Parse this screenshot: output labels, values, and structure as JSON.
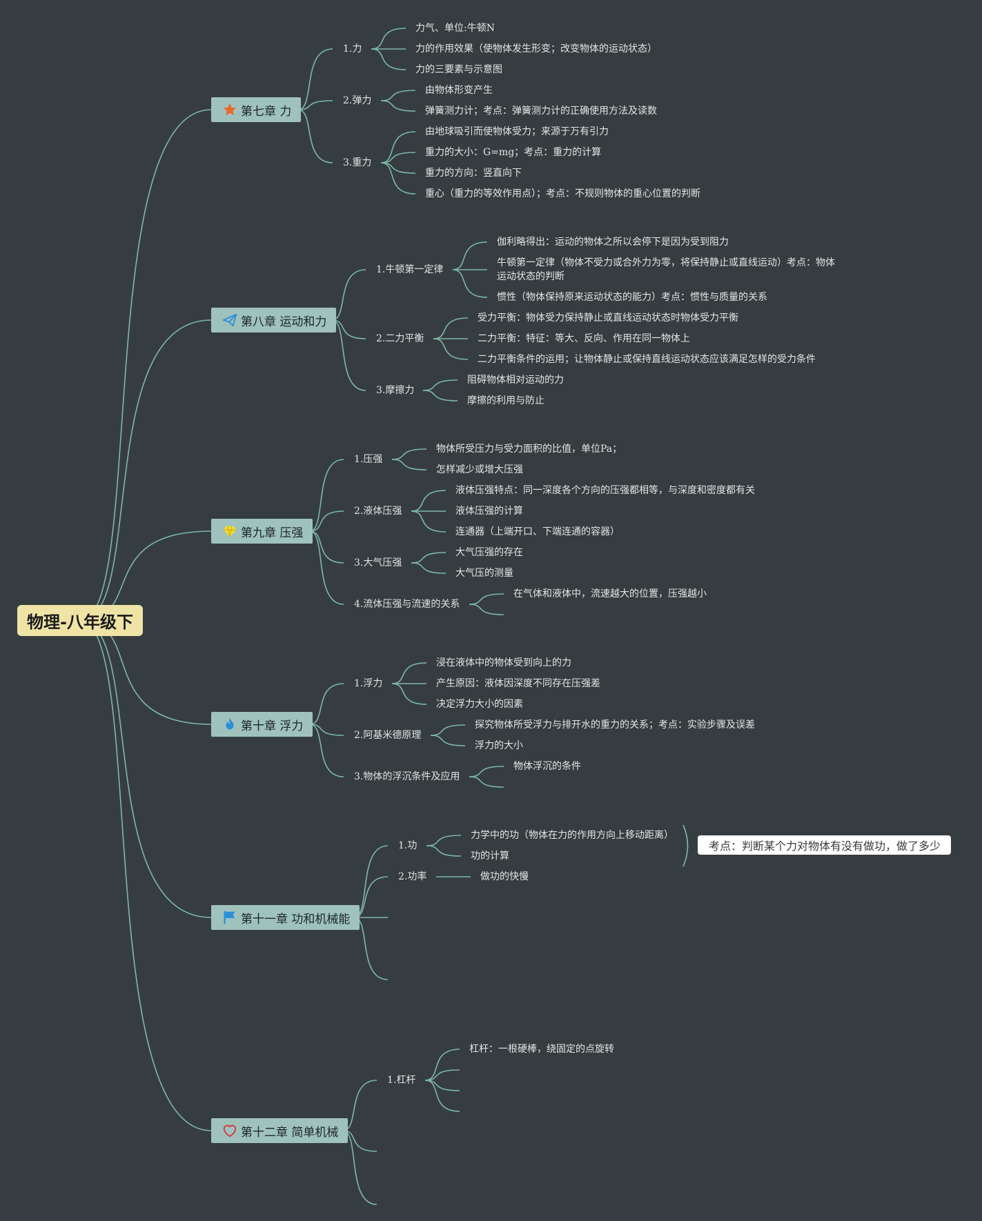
{
  "root": {
    "label": "物理-八年级下"
  },
  "chapters": [
    {
      "icon": "star-icon",
      "label": "第七章 力",
      "sections": [
        {
          "label": "1.力",
          "items": [
            "力气、单位:牛顿N",
            "力的作用效果（使物体发生形变；改变物体的运动状态）",
            "力的三要素与示意图"
          ]
        },
        {
          "label": "2.弹力",
          "items": [
            "由物体形变产生",
            "弹簧测力计；考点：弹簧测力计的正确使用方法及读数"
          ]
        },
        {
          "label": "3.重力",
          "items": [
            "由地球吸引而使物体受力；来源于万有引力",
            "重力的大小：G=mg；考点：重力的计算",
            "重力的方向：竖直向下",
            "重心（重力的等效作用点）；考点：不规则物体的重心位置的判断"
          ]
        }
      ]
    },
    {
      "icon": "paper-plane-icon",
      "label": "第八章 运动和力",
      "sections": [
        {
          "label": "1.牛顿第一定律",
          "items": [
            "伽利略得出：运动的物体之所以会停下是因为受到阻力",
            "牛顿第一定律（物体不受力或合外力为零，将保持静止或直线运动）考点：物体运动状态的判断",
            "惯性（物体保持原来运动状态的能力）考点：惯性与质量的关系"
          ]
        },
        {
          "label": "2.二力平衡",
          "items": [
            "受力平衡：物体受力保持静止或直线运动状态时物体受力平衡",
            "二力平衡：特征：等大、反向、作用在同一物体上",
            "二力平衡条件的运用；让物体静止或保持直线运动状态应该满足怎样的受力条件"
          ]
        },
        {
          "label": "3.摩擦力",
          "items": [
            "阻碍物体相对运动的力",
            "摩擦的利用与防止"
          ]
        }
      ]
    },
    {
      "icon": "diamond-icon",
      "label": "第九章 压强",
      "sections": [
        {
          "label": "1.压强",
          "items": [
            "物体所受压力与受力面积的比值，单位Pa；",
            "怎样减少或增大压强"
          ]
        },
        {
          "label": "2.液体压强",
          "items": [
            "液体压强特点：同一深度各个方向的压强都相等，与深度和密度都有关",
            "液体压强的计算",
            "连通器（上端开口、下端连通的容器）"
          ]
        },
        {
          "label": "3.大气压强",
          "items": [
            "大气压强的存在",
            "大气压的测量"
          ]
        },
        {
          "label": "4.流体压强与流速的关系",
          "items": [
            "在气体和液体中，流速越大的位置，压强越小"
          ]
        }
      ]
    },
    {
      "icon": "fire-icon",
      "label": "第十章 浮力",
      "sections": [
        {
          "label": "1.浮力",
          "items": [
            "浸在液体中的物体受到向上的力",
            "产生原因：液体因深度不同存在压强差",
            "决定浮力大小的因素"
          ]
        },
        {
          "label": "2.阿基米德原理",
          "items": [
            "探究物体所受浮力与排开水的重力的关系；考点：实验步骤及误差",
            "浮力的大小"
          ]
        },
        {
          "label": "3.物体的浮沉条件及应用",
          "items": [
            "物体浮沉的条件"
          ]
        }
      ]
    },
    {
      "icon": "flag-icon",
      "label": "第十一章 功和机械能",
      "sections": [
        {
          "label": "1.功",
          "items": [
            "力学中的功（物体在力的作用方向上移动距离）",
            "功的计算"
          ]
        },
        {
          "label": "2.功率",
          "items": [
            "做功的快慢"
          ]
        }
      ],
      "callout": "考点：判断某个力对物体有没有做功，做了多少"
    },
    {
      "icon": "heart-icon",
      "label": "第十二章 简单机械",
      "sections": [
        {
          "label": "1.杠杆",
          "items": [
            "杠杆：一根硬棒，绕固定的点旋转"
          ]
        }
      ]
    }
  ],
  "colors": {
    "background": "#363d40",
    "line": "#7fb8a8",
    "chapter_bg": "#9fc2bd",
    "root_bg": "#efe3a6"
  }
}
